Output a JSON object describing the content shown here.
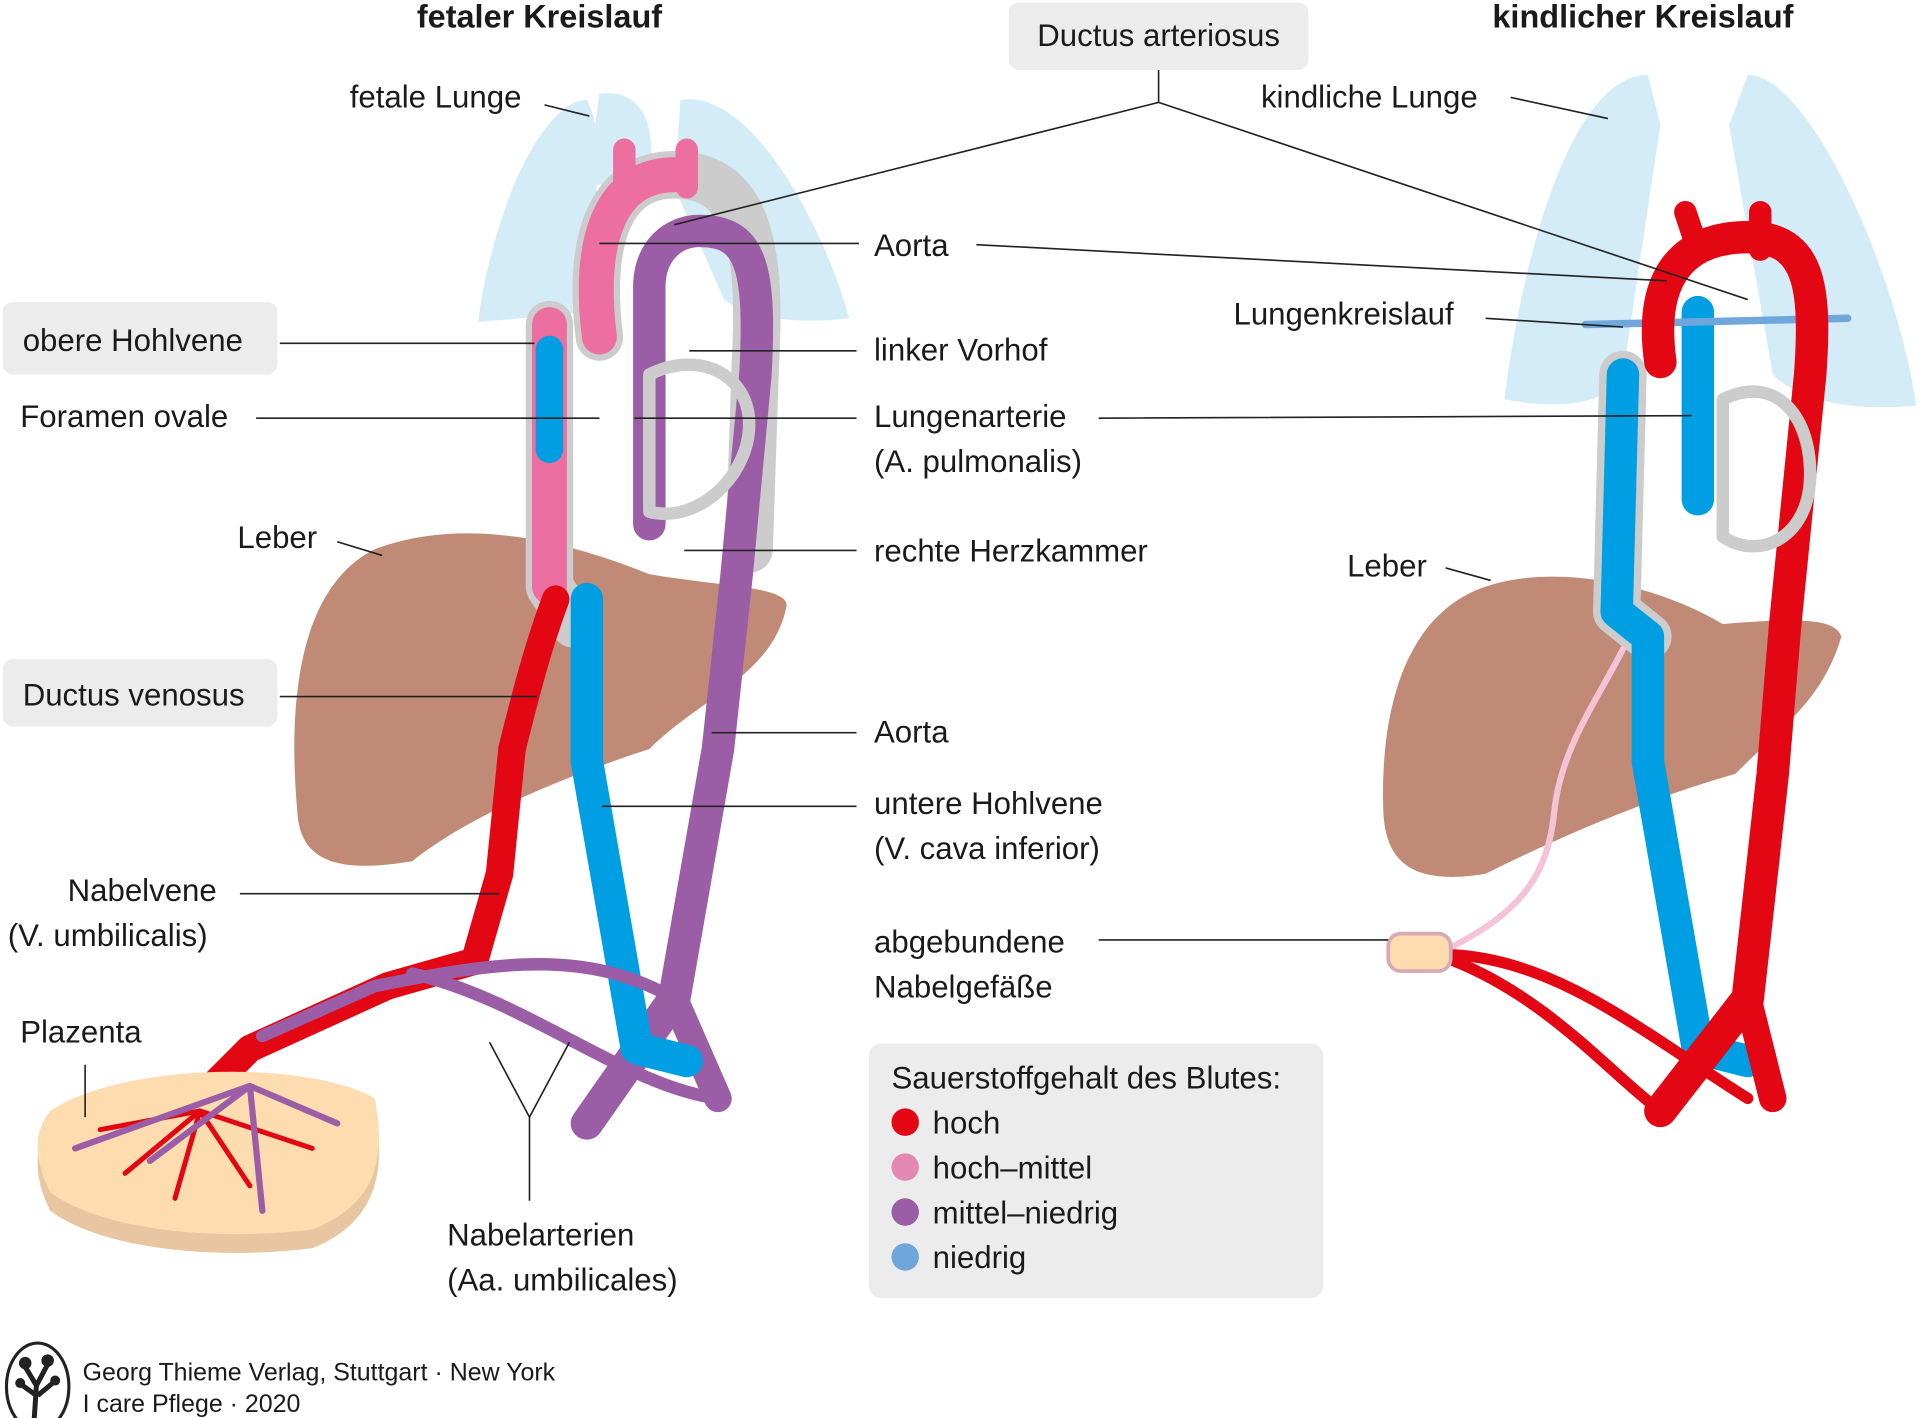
{
  "titles": {
    "fetal": "fetaler Kreislauf",
    "child": "kindlicher Kreislauf"
  },
  "labels": {
    "ductus_arteriosus": "Ductus arteriosus",
    "fetale_lunge": "fetale Lunge",
    "kindliche_lunge": "kindliche Lunge",
    "aorta_top": "Aorta",
    "lungenkreislauf": "Lungenkreislauf",
    "obere_hohlvene": "obere Hohlvene",
    "linker_vorhof": "linker Vorhof",
    "foramen_ovale": "Foramen ovale",
    "lungenarterie": "Lungenarterie",
    "lungenarterie_latin": "(A. pulmonalis)",
    "leber_left": "Leber",
    "leber_right": "Leber",
    "rechte_herzkammer": "rechte Herzkammer",
    "ductus_venosus": "Ductus venosus",
    "aorta_bottom": "Aorta",
    "untere_hohlvene": "untere Hohlvene",
    "untere_hohlvene_latin": "(V. cava inferior)",
    "nabelvene": "Nabelvene",
    "nabelvene_latin": "(V. umbilicalis)",
    "abgebundene": "abgebundene",
    "nabelgefaesse": "Nabelgefäße",
    "plazenta": "Plazenta",
    "nabelarterien": "Nabelarterien",
    "nabelarterien_latin": "(Aa. umbilicales)"
  },
  "legend": {
    "title": "Sauerstoffgehalt des Blutes:",
    "items": [
      {
        "label": "hoch",
        "color": "#e30613"
      },
      {
        "label": "hoch–mittel",
        "color": "#e388b0"
      },
      {
        "label": "mittel–niedrig",
        "color": "#9b5ea6"
      },
      {
        "label": "niedrig",
        "color": "#6fa6dc"
      }
    ]
  },
  "colors": {
    "red": "#e30613",
    "pink": "#ec6fa0",
    "purple": "#9b5ea6",
    "blue": "#009fe3",
    "lung": "#d4ecf8",
    "liver": "#c18a77",
    "placenta": "#fddcb0"
  },
  "footer": {
    "line1": "Georg Thieme Verlag, Stuttgart · New York",
    "line2": "I care Pflege · 2020",
    "logo": "Thieme tree logo"
  }
}
